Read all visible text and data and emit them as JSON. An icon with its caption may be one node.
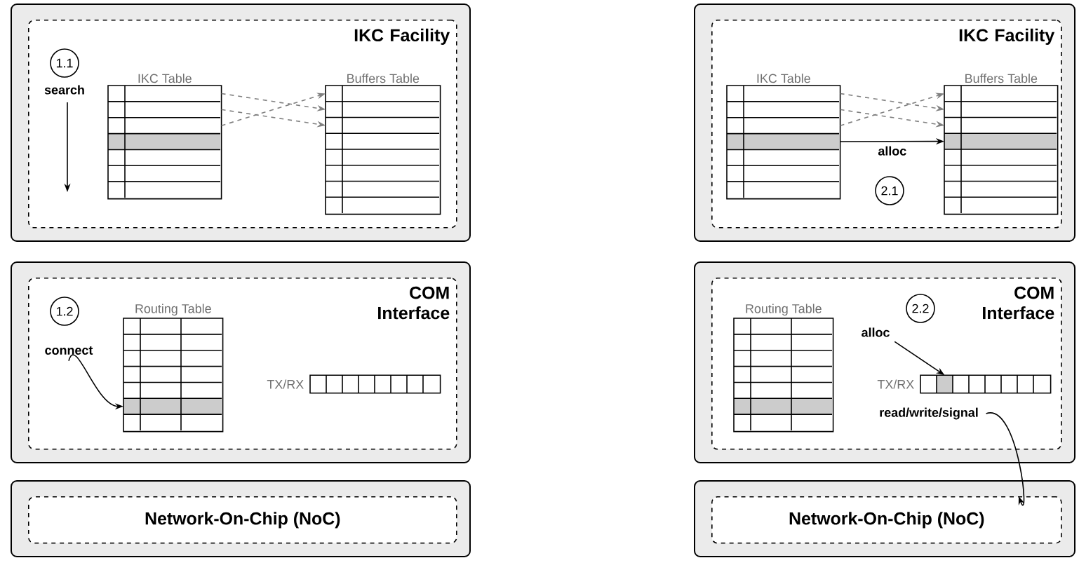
{
  "diagram": {
    "nodes": [
      {
        "text": [
          "IKC Facility"
        ]
      },
      {
        "text": [
          "1.1"
        ],
        "in": 0
      },
      {
        "text": [
          "IKC Table"
        ],
        "in": 0
      },
      {
        "text": [
          "Buffers Table"
        ],
        "in": 0
      },
      {
        "text": [
          "COM Interface"
        ]
      },
      {
        "text": [
          "1.2"
        ],
        "in": 4
      },
      {
        "text": [
          "connect"
        ],
        "in": 4
      },
      {
        "text": [
          "Routing Table"
        ],
        "in": 4
      },
      {
        "text": [],
        "shape": "bar",
        "beside": [
          "TX/RX"
        ],
        "in": 4
      },
      {
        "text": [
          "Network-On-Chip (NoC)"
        ]
      },
      {
        "text": [
          "IKC Facility"
        ]
      },
      {
        "text": [
          "IKC Table"
        ],
        "in": 10
      },
      {
        "text": [
          "Buffers Table"
        ],
        "in": 10
      },
      {
        "text": [
          "2.1"
        ],
        "in": 10
      },
      {
        "text": [
          "COM Interface"
        ]
      },
      {
        "text": [
          "Routing Table"
        ],
        "in": 14
      },
      {
        "text": [
          "2.2"
        ],
        "in": 14
      },
      {
        "text": [
          "alloc"
        ],
        "in": 14
      },
      {
        "text": [],
        "shape": "bar",
        "beside": [
          "TX/RX"
        ],
        "in": 14
      },
      {
        "text": [
          "read/write/signal"
        ],
        "in": 14
      },
      {
        "text": [
          "Network-On-Chip (NoC)"
        ]
      }
    ],
    "edges": [
      {
        "from": 2,
        "to": 3,
        "arrow": "to",
        "style": "dashed"
      },
      {
        "from": 2,
        "to": 3,
        "arrow": "to",
        "style": "dashed"
      },
      {
        "from": 2,
        "to": 3,
        "arrow": "to",
        "style": "dashed"
      },
      {
        "from": 6,
        "to": 7,
        "arrow": "to",
        "color": "#000000"
      },
      {
        "from": 11,
        "to": 12,
        "arrow": "to",
        "style": "dashed"
      },
      {
        "from": 11,
        "to": 12,
        "arrow": "to",
        "style": "dashed"
      },
      {
        "from": 11,
        "to": 12,
        "arrow": "to",
        "style": "dashed"
      },
      {
        "from": 11,
        "to": 12,
        "arrow": "to",
        "label": "alloc",
        "color": "#000000"
      },
      {
        "from": 17,
        "to": 18,
        "arrow": "to",
        "color": "#000000"
      },
      {
        "from": 19,
        "to": 20,
        "arrow": "to",
        "color": "#000000"
      }
    ],
    "labels": [
      "search"
    ]
  }
}
